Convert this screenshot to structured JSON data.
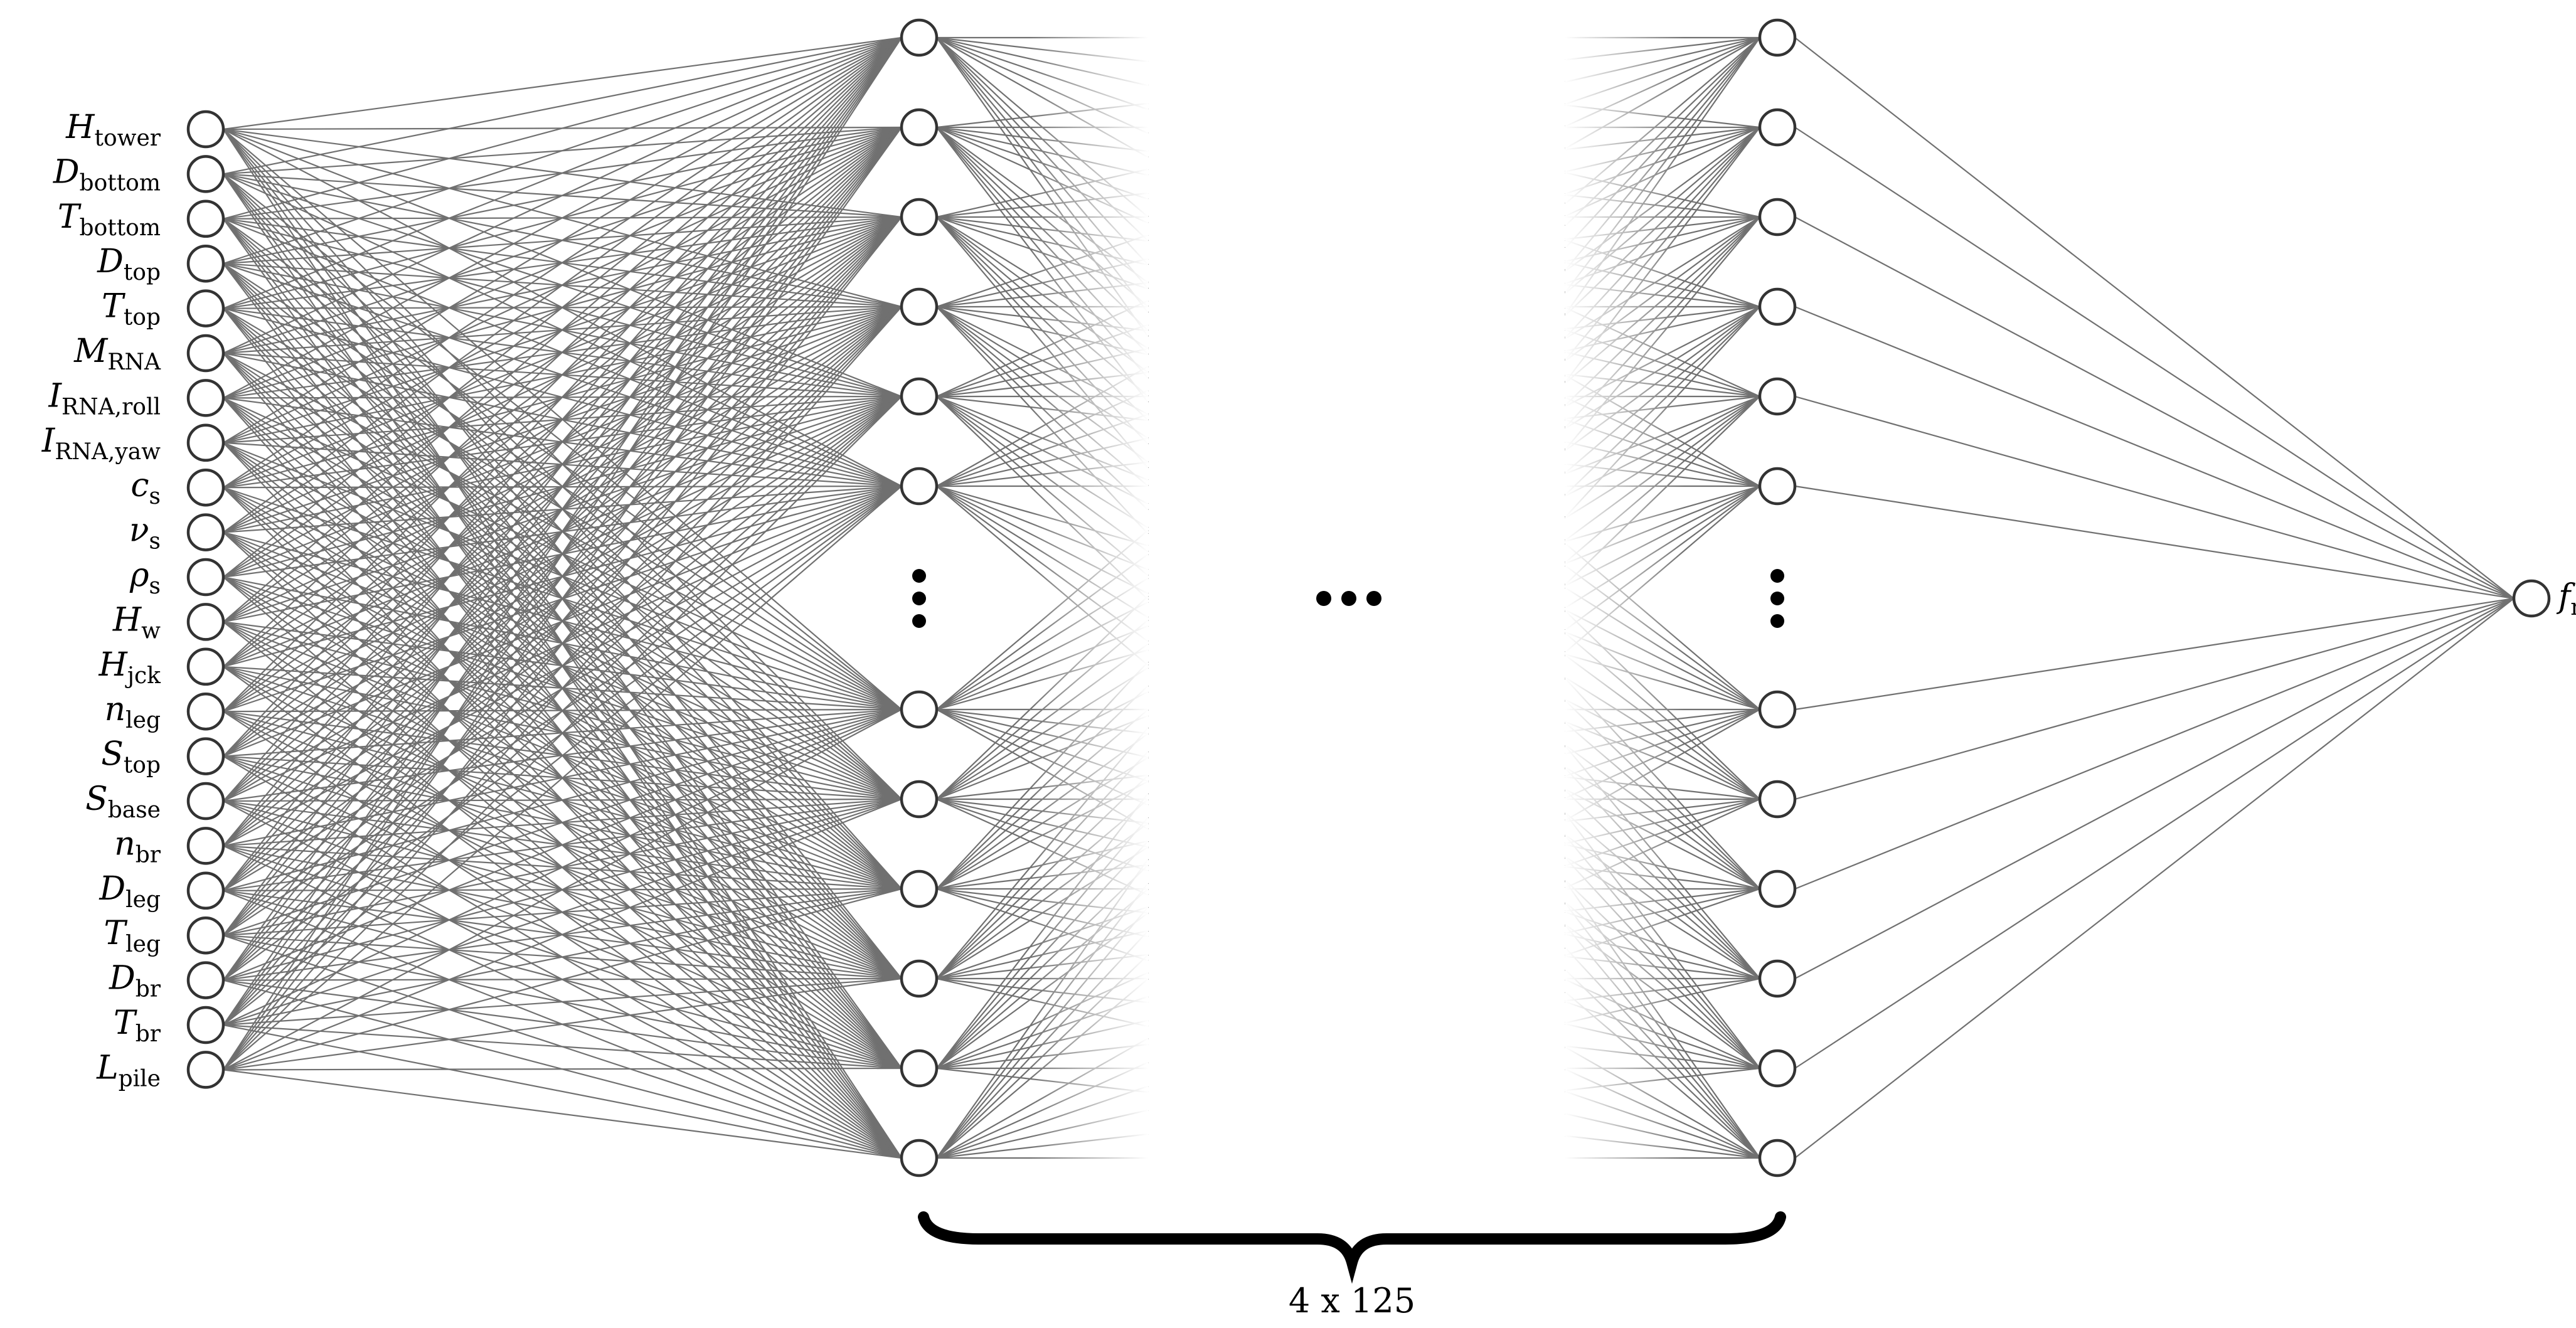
{
  "inputs": [
    {
      "main": "H",
      "sub": "tower"
    },
    {
      "main": "D",
      "sub": "bottom"
    },
    {
      "main": "T",
      "sub": "bottom"
    },
    {
      "main": "D",
      "sub": "top"
    },
    {
      "main": "T",
      "sub": "top"
    },
    {
      "main": "M",
      "sub": "RNA"
    },
    {
      "main": "I",
      "sub": "RNA,roll"
    },
    {
      "main": "I",
      "sub": "RNA,yaw"
    },
    {
      "main": "c",
      "sub": "s"
    },
    {
      "main": "ν",
      "sub": "s"
    },
    {
      "main": "ρ",
      "sub": "s"
    },
    {
      "main": "H",
      "sub": "w"
    },
    {
      "main": "H",
      "sub": "jck"
    },
    {
      "main": "n",
      "sub": "leg"
    },
    {
      "main": "S",
      "sub": "top"
    },
    {
      "main": "S",
      "sub": "base"
    },
    {
      "main": "n",
      "sub": "br"
    },
    {
      "main": "D",
      "sub": "leg"
    },
    {
      "main": "T",
      "sub": "leg"
    },
    {
      "main": "D",
      "sub": "br"
    },
    {
      "main": "T",
      "sub": "br"
    },
    {
      "main": "L",
      "sub": "pile"
    }
  ],
  "output": {
    "main": "f",
    "sub": "n"
  },
  "hidden_caption": "4 x 125",
  "ellipsis_between_layers": "•••"
}
